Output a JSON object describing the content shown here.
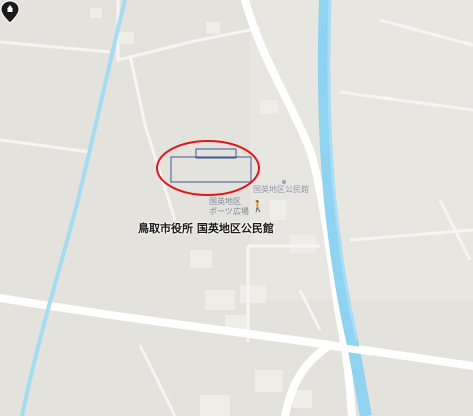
{
  "map": {
    "poi_small_label": "国英地区公民館",
    "poi_sports_label_line1": "国英地区",
    "poi_sports_label_line2": "ポーツ広場",
    "main_label": "鳥取市役所 国英地区公民館",
    "icons": [
      "map-pin-icon",
      "pedestrian-icon"
    ],
    "colors": {
      "land": "#e4e2dc",
      "road": "#ffffff",
      "river": "#8fd3f1",
      "highlight_circle": "#e0161c",
      "building_outline": "#3a5a9a",
      "pin": "#1a1a1a"
    }
  }
}
